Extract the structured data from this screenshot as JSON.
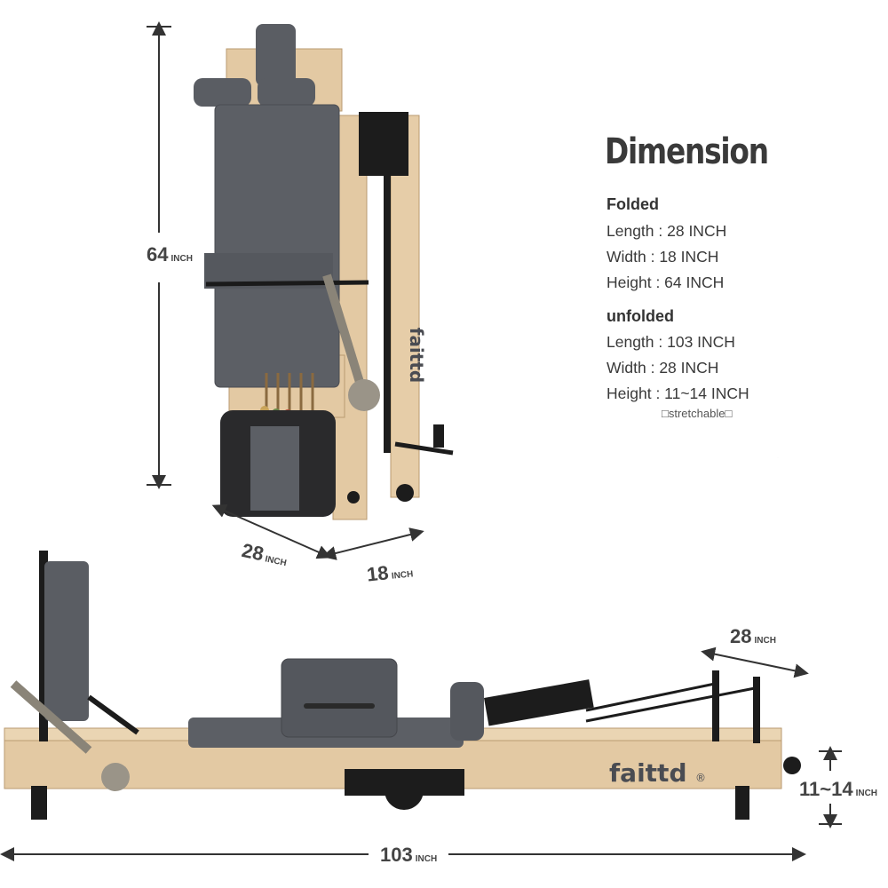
{
  "panel": {
    "title": "Dimension",
    "folded": {
      "heading": "Folded",
      "rows": [
        "Length : 28 INCH",
        "Width  : 18 INCH",
        "Height : 64 INCH"
      ]
    },
    "unfolded": {
      "heading": "unfolded",
      "rows": [
        "Length : 103 INCH",
        "Width  : 28 INCH",
        "Height : 11~14 INCH"
      ],
      "note": "□stretchable□"
    }
  },
  "folded_dimensions": {
    "height": {
      "value": "64",
      "unit": "INCH"
    },
    "length": {
      "value": "28",
      "unit": "INCH"
    },
    "width": {
      "value": "18",
      "unit": "INCH"
    }
  },
  "unfolded_dimensions": {
    "width": {
      "value": "28",
      "unit": "INCH"
    },
    "height": {
      "value": "11~14",
      "unit": "INCH"
    },
    "length": {
      "value": "103",
      "unit": "INCH"
    }
  },
  "brand": {
    "name": "faittd",
    "mark": "®"
  },
  "colors": {
    "upholstery": "#5a5d63",
    "wood": "#e3c9a3",
    "metal": "#1c1c1c",
    "text": "#3a3a3a"
  }
}
